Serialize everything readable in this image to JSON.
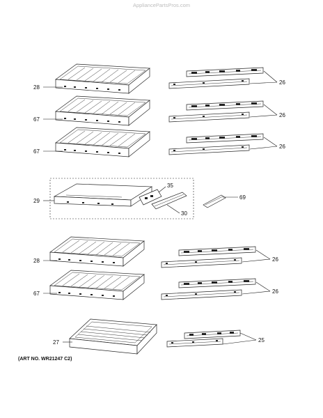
{
  "watermark": "AppliancePartsPros.com",
  "art_number": "(ART NO. WR21247 C2)",
  "labels": {
    "tray1": "28",
    "tray2": "67",
    "tray3": "67",
    "slide1": "26",
    "slide2": "26",
    "slide3": "26",
    "assembly": "29",
    "part35": "35",
    "part30": "30",
    "part69": "69",
    "tray4": "28",
    "tray5": "67",
    "slide4": "26",
    "slide5": "26",
    "tray6": "27",
    "slide6": "25"
  }
}
